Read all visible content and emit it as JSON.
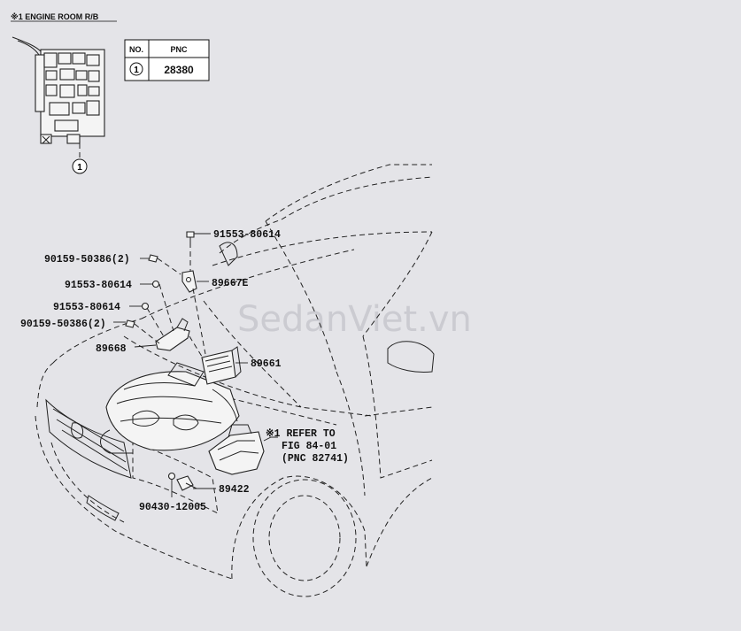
{
  "header": {
    "engine_room_label": "※1 ENGINE ROOM R/B"
  },
  "pnc_table": {
    "col_no": "NO.",
    "col_pnc": "PNC",
    "rows": [
      {
        "no": "1",
        "pnc": "28380"
      }
    ]
  },
  "callout_number": "1",
  "parts": {
    "p_91553_top": "91553-80614",
    "p_90159_top": "90159-50386(2)",
    "p_91553_mid": "91553-80614",
    "p_91553_low": "91553-80614",
    "p_90159_low": "90159-50386(2)",
    "p_89667e": "89667E",
    "p_89668": "89668",
    "p_89661": "89661",
    "p_89422": "89422",
    "p_90430": "90430-12005"
  },
  "refer": {
    "line1": "※1 REFER TO",
    "line2": "FIG 84-01",
    "line3": "(PNC 82741)"
  },
  "watermark": "SedanViet.vn"
}
